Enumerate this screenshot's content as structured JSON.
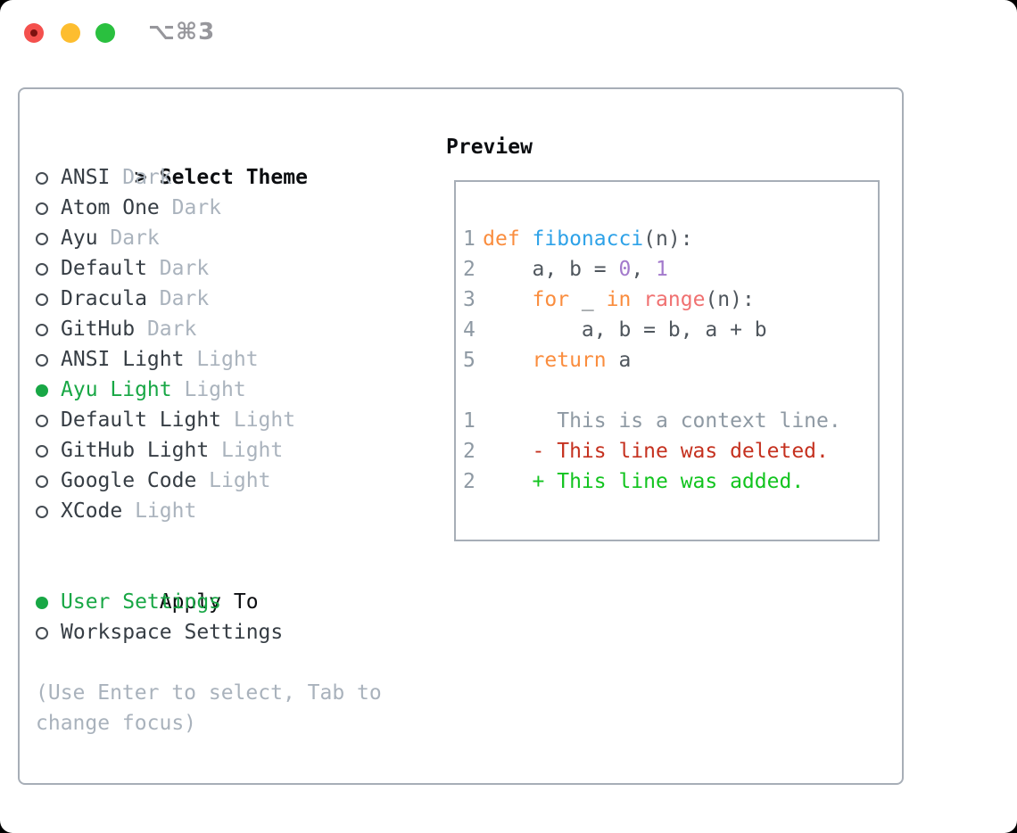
{
  "window": {
    "shortcut_label": "⌥⌘3"
  },
  "theme_panel": {
    "header_marker": ">",
    "header": "Select Theme",
    "themes": [
      {
        "name": "ANSI",
        "variant": "Dark",
        "selected": false
      },
      {
        "name": "Atom One",
        "variant": "Dark",
        "selected": false
      },
      {
        "name": "Ayu",
        "variant": "Dark",
        "selected": false
      },
      {
        "name": "Default",
        "variant": "Dark",
        "selected": false
      },
      {
        "name": "Dracula",
        "variant": "Dark",
        "selected": false
      },
      {
        "name": "GitHub",
        "variant": "Dark",
        "selected": false
      },
      {
        "name": "ANSI Light",
        "variant": "Light",
        "selected": false
      },
      {
        "name": "Ayu Light",
        "variant": "Light",
        "selected": true
      },
      {
        "name": "Default Light",
        "variant": "Light",
        "selected": false
      },
      {
        "name": "GitHub Light",
        "variant": "Light",
        "selected": false
      },
      {
        "name": "Google Code",
        "variant": "Light",
        "selected": false
      },
      {
        "name": "XCode",
        "variant": "Light",
        "selected": false
      }
    ],
    "apply_to": {
      "header": "Apply To",
      "options": [
        {
          "name": "User Settings",
          "selected": true
        },
        {
          "name": "Workspace Settings",
          "selected": false
        }
      ]
    },
    "hint_line1": "(Use Enter to select, Tab to",
    "hint_line2": "change focus)"
  },
  "preview": {
    "header": "Preview",
    "code_lines": [
      {
        "num": "1",
        "segments": [
          {
            "t": "def ",
            "c": "kw"
          },
          {
            "t": "fibonacci",
            "c": "fn"
          },
          {
            "t": "(n):",
            "c": "tx"
          }
        ]
      },
      {
        "num": "2",
        "segments": [
          {
            "t": "    a, b = ",
            "c": "tx"
          },
          {
            "t": "0",
            "c": "num"
          },
          {
            "t": ", ",
            "c": "tx"
          },
          {
            "t": "1",
            "c": "num"
          }
        ]
      },
      {
        "num": "3",
        "segments": [
          {
            "t": "    ",
            "c": "tx"
          },
          {
            "t": "for",
            "c": "kw"
          },
          {
            "t": " _ ",
            "c": "tx"
          },
          {
            "t": "in",
            "c": "kw"
          },
          {
            "t": " ",
            "c": "tx"
          },
          {
            "t": "range",
            "c": "call"
          },
          {
            "t": "(n):",
            "c": "tx"
          }
        ]
      },
      {
        "num": "4",
        "segments": [
          {
            "t": "        a, b = b, a + b",
            "c": "tx"
          }
        ]
      },
      {
        "num": "5",
        "segments": [
          {
            "t": "    ",
            "c": "tx"
          },
          {
            "t": "return",
            "c": "kw"
          },
          {
            "t": " a",
            "c": "tx"
          }
        ]
      }
    ],
    "diff_lines": [
      {
        "num": "1",
        "marker": " ",
        "text": "This is a context line.",
        "kind": "ctx"
      },
      {
        "num": "2",
        "marker": "-",
        "text": "This line was deleted.",
        "kind": "del"
      },
      {
        "num": "2",
        "marker": "+",
        "text": "This line was added.",
        "kind": "add"
      }
    ]
  },
  "colors": {
    "selection_green": "#18a745",
    "diff_added": "#12c41f",
    "diff_deleted": "#c5311f",
    "diff_context": "#8e99a3",
    "syntax_keyword": "#fa8d3e",
    "syntax_function": "#2ea2e8",
    "syntax_constant": "#a37acc",
    "syntax_call": "#f07171",
    "code_text": "#4f565d",
    "line_number": "#8e99a3",
    "muted_text": "#a9b2bc",
    "panel_border": "#a7aeb7",
    "traffic_red": "#f4504d",
    "traffic_yellow": "#fdbd2f",
    "traffic_green": "#2ac03f"
  }
}
